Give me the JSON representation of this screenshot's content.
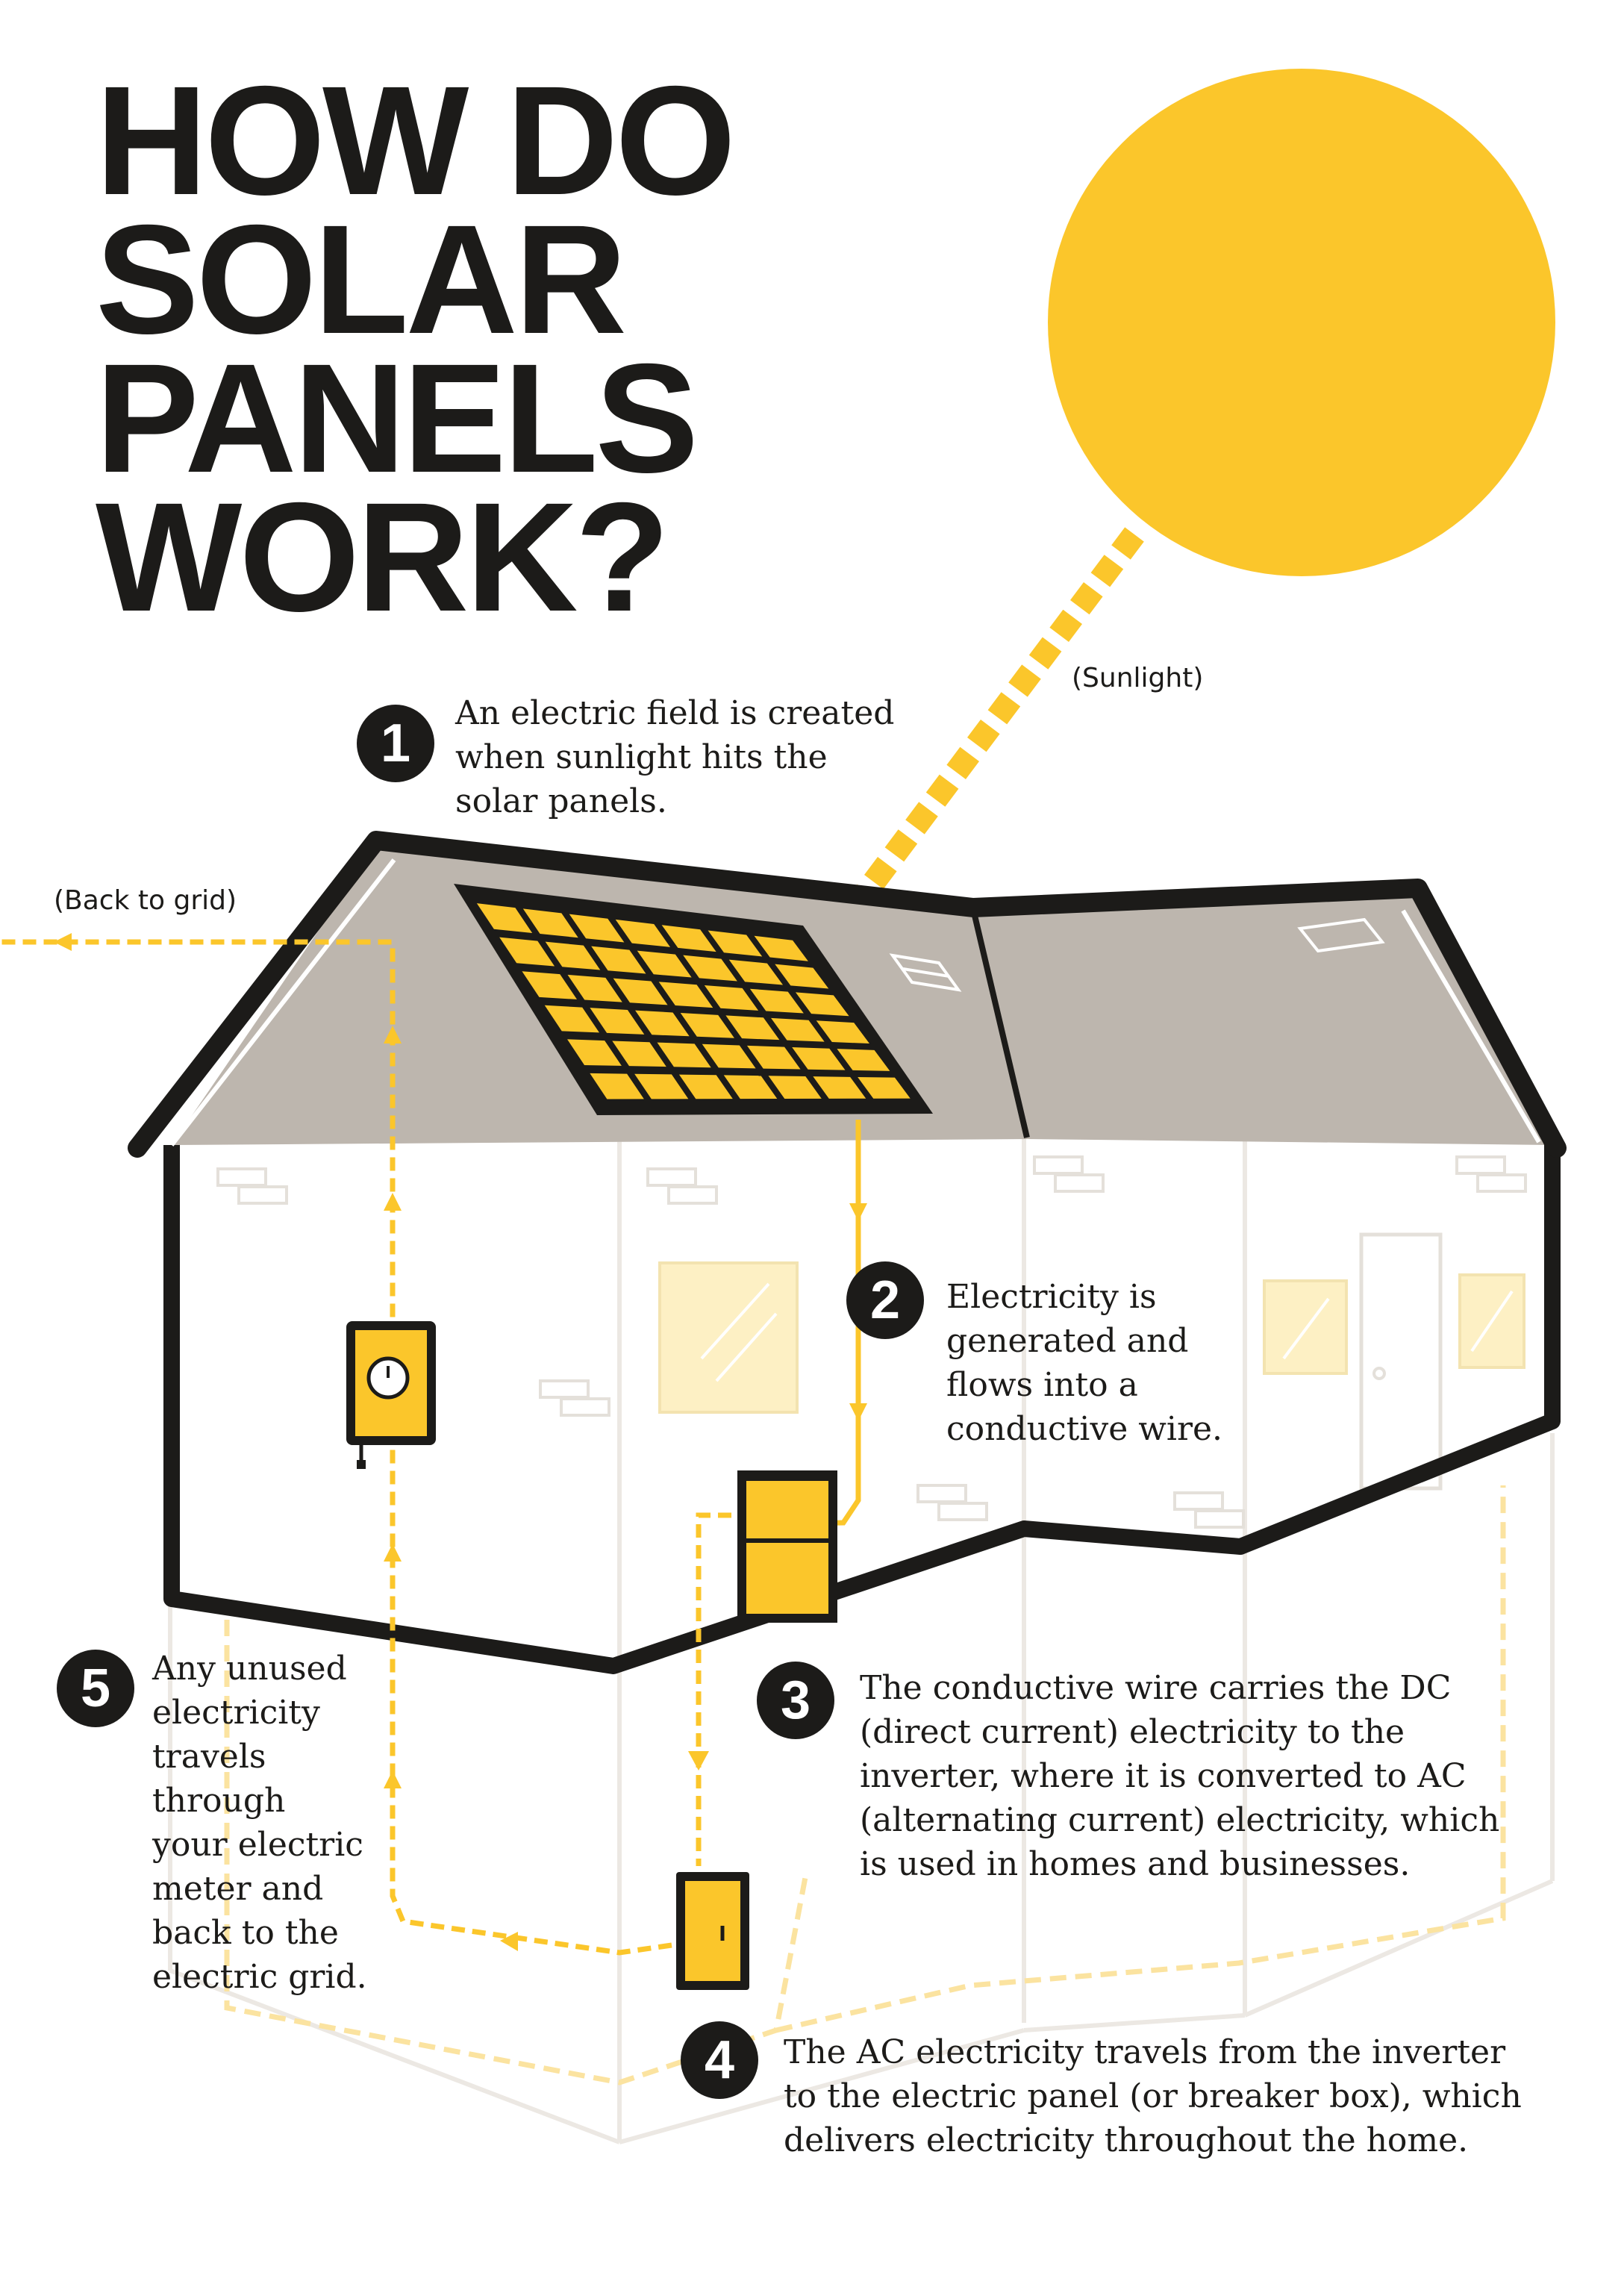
{
  "title": {
    "lines": [
      "HOW DO",
      "SOLAR",
      "PANELS",
      "WORK?"
    ]
  },
  "labels": {
    "sunlight": "(Sunlight)",
    "back_to_grid": "(Back to grid)"
  },
  "steps": [
    {
      "number": "1",
      "text": "An electric field is created\nwhen sunlight hits the\nsolar panels."
    },
    {
      "number": "2",
      "text": "Electricity is\ngenerated and\nflows into a\nconductive wire."
    },
    {
      "number": "3",
      "text": "The conductive wire carries the DC\n(direct current) electricity to the\ninverter, where it is converted to AC\n(alternating current) electricity, which\nis used in homes and businesses."
    },
    {
      "number": "4",
      "text": "The AC electricity travels from the inverter\nto the electric panel (or breaker box), which\ndelivers electricity throughout the home."
    },
    {
      "number": "5",
      "text": "Any unused\nelectricity\ntravels\nthrough\nyour electric\nmeter and\nback to the\nelectric grid."
    }
  ],
  "colors": {
    "accent": "#fbc62b",
    "ink": "#1c1b19",
    "roof": "#bdb6ae",
    "faint": "#efece8",
    "light_yellow": "#fdf0c4"
  }
}
